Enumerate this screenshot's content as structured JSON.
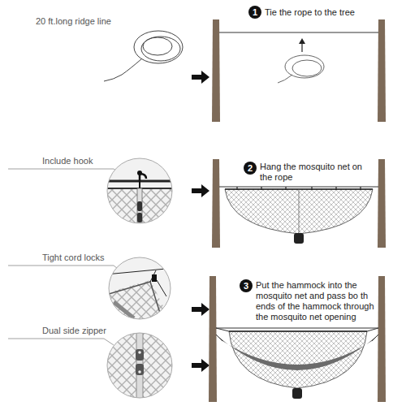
{
  "diagram": {
    "labels": [
      "20 ft.long ridge line",
      "1",
      "Tie the rope to the tree",
      "Include hook",
      "2",
      "Hang the mosquito net on the rope",
      "Tight cord locks",
      "Dual side zipper",
      "3",
      "Put the hammock into the mosquito net and pass bo th ends of the hammock through the mosquito net opening"
    ]
  }
}
